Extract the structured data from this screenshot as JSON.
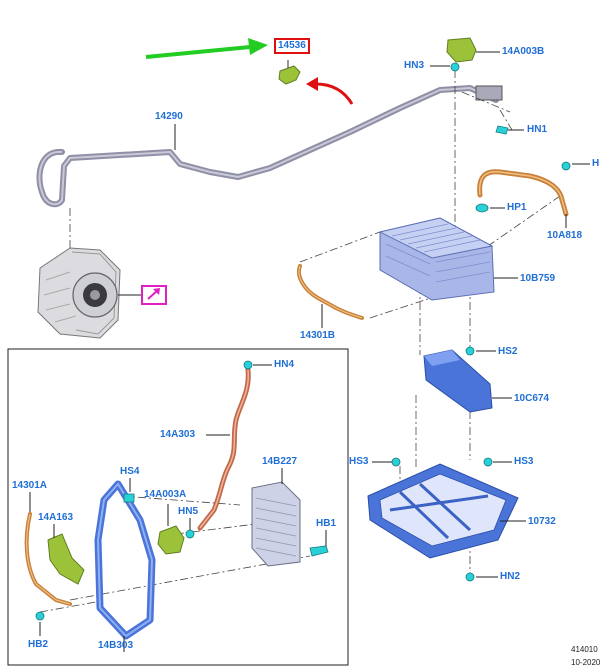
{
  "diagram": {
    "inset_panel": "bottom-left bordered detail view",
    "colors": {
      "label": "#1f6fd6",
      "highlight_box": "#e01010",
      "arrow_green": "#22cc22",
      "arrow_red": "#e01010",
      "callout_magenta": "#e020c0",
      "battery_part": "#5b84d8",
      "hose_orange": "#c8803a",
      "sensor_cyan": "#2ad0d8",
      "bracket_green": "#9cc23a",
      "harness_grey": "#8f8fa6"
    },
    "labels": {
      "p14536": "14536",
      "p14A003B": "14A003B",
      "HN3": "HN3",
      "HN1": "HN1",
      "p14290": "14290",
      "H": "H",
      "HP1": "HP1",
      "p10A818": "10A818",
      "p10B759": "10B759",
      "p14301B": "14301B",
      "HS2": "HS2",
      "p10C674": "10C674",
      "HS3_left": "HS3",
      "HS3_right": "HS3",
      "p10732": "10732",
      "HN2": "HN2",
      "HN4": "HN4",
      "p14A303": "14A303",
      "p14B227": "14B227",
      "HS4": "HS4",
      "p14A003A": "14A003A",
      "HN5": "HN5",
      "HB1": "HB1",
      "p14301A": "14301A",
      "p14A163": "14A163",
      "HB2": "HB2",
      "p14B303": "14B303"
    },
    "footer": {
      "code": "414010",
      "date": "10-2020"
    }
  }
}
